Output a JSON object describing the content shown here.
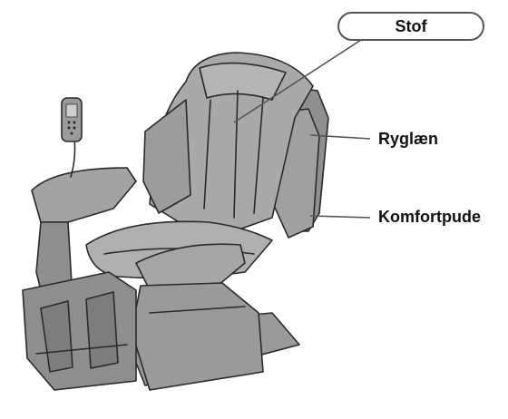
{
  "labels": {
    "fabric": "Stof",
    "backrest": "Ryglæn",
    "comfort_pad": "Komfortpude"
  },
  "colors": {
    "chair_fill": "#a9a9a9",
    "chair_dark": "#8f8f8f",
    "chair_light": "#bdbdbd",
    "outline": "#2a2a2a",
    "leader": "#555555"
  },
  "icons": {
    "remote": "remote-control-icon"
  }
}
